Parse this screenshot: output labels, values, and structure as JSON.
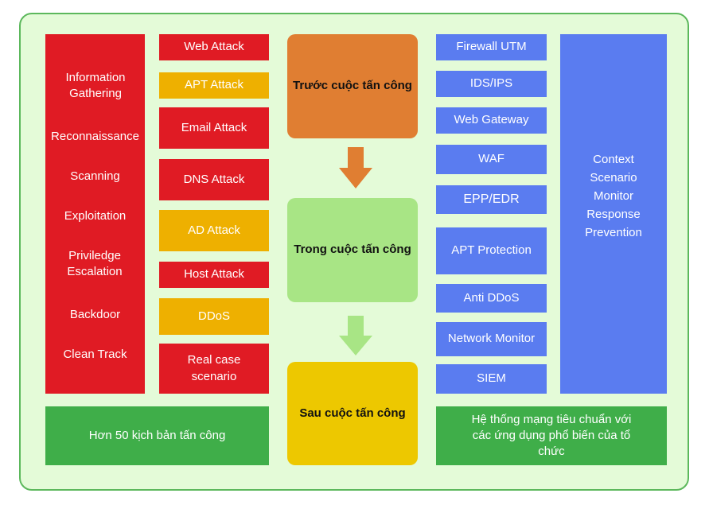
{
  "steps": [
    "Information Gathering",
    "Reconnaissance",
    "Scanning",
    "Exploitation",
    "Priviledge Escalation",
    "Backdoor",
    "Clean Track"
  ],
  "attacks": [
    {
      "label": "Web Attack",
      "color": "red"
    },
    {
      "label": "APT Attack",
      "color": "amber"
    },
    {
      "label": "Email Attack",
      "color": "red"
    },
    {
      "label": "DNS Attack",
      "color": "red"
    },
    {
      "label": "AD Attack",
      "color": "amber"
    },
    {
      "label": "Host Attack",
      "color": "red"
    },
    {
      "label": "DDoS",
      "color": "amber"
    },
    {
      "label": "Real case scenario",
      "color": "red"
    }
  ],
  "phases": [
    {
      "label": "Trước cuộc tấn công",
      "color": "#e07e32"
    },
    {
      "label": "Trong cuộc tấn công",
      "color": "#a8e585"
    },
    {
      "label": "Sau cuộc tấn công",
      "color": "#edc800"
    }
  ],
  "arrow_colors": [
    "#e07e32",
    "#a8e585"
  ],
  "defenses": [
    "Firewall UTM",
    "IDS/IPS",
    "Web Gateway",
    "WAF",
    "EPP/EDR",
    "APT Protection",
    "Anti DDoS",
    "Network Monitor",
    "SIEM"
  ],
  "context": [
    "Context",
    "Scenario",
    "Monitor",
    "Response",
    "Prevention"
  ],
  "footer_left": "Hơn 50 kịch bản tấn công",
  "footer_right": "Hệ thống mạng tiêu chuẩn với các ứng dụng phổ biến của tổ chức"
}
